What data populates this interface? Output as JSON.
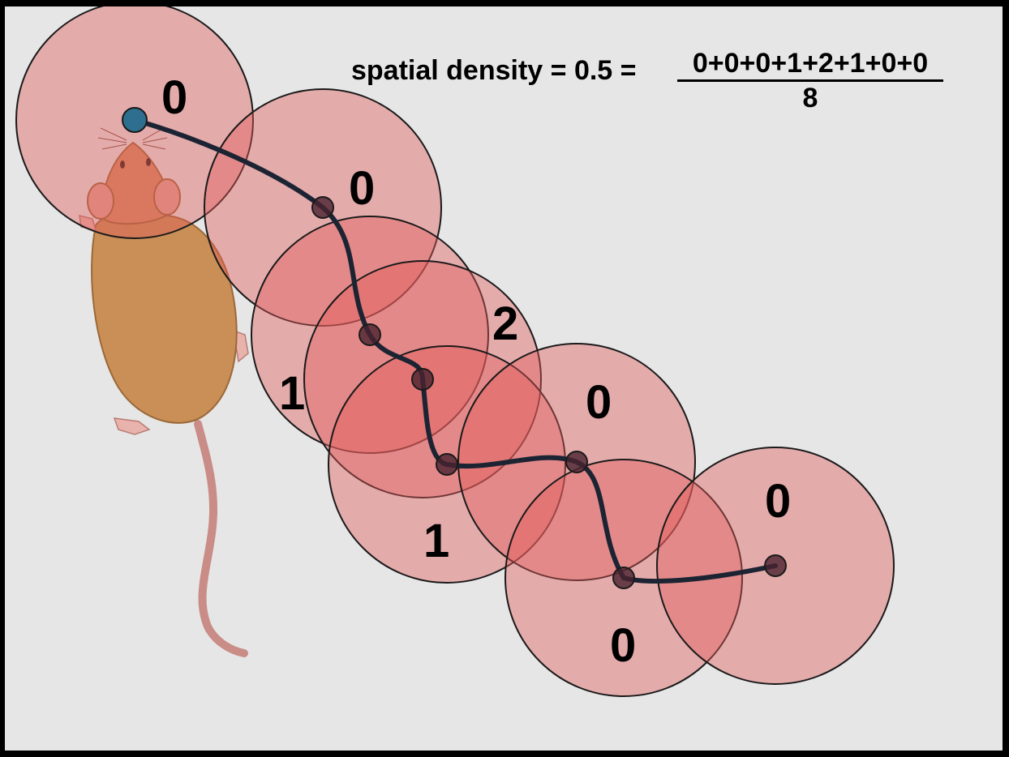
{
  "formula": {
    "lhs": "spatial density = 0.5 =",
    "numerator": "0+0+0+1+2+1+0+0",
    "denominator": "8"
  },
  "counts": [
    "0",
    "0",
    "1",
    "2",
    "1",
    "0",
    "0",
    "0"
  ],
  "colors": {
    "background": "#e6e6e6",
    "border": "#000000",
    "circle_fill": "#e35b5b",
    "circle_stroke": "#1a1a1a",
    "path": "#1c2433",
    "start_point": "#2e6e8e",
    "point": "#4a2330"
  },
  "icons": {
    "animal": "mouse"
  }
}
